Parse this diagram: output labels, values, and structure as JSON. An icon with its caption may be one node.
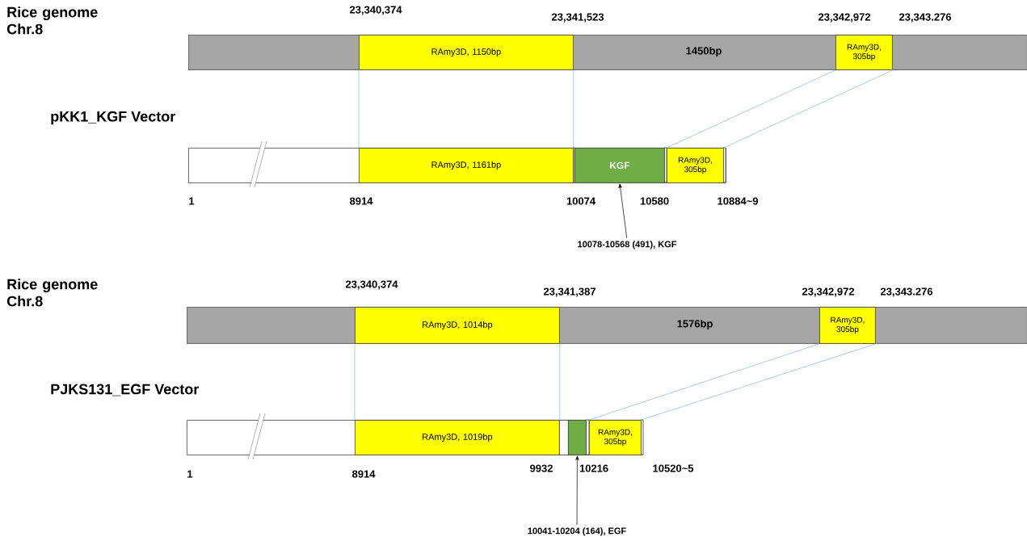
{
  "diagram": {
    "nodes": [
      {
        "text": [
          "1450bp"
        ]
      },
      {
        "text": [
          "RAmy3D, 1150bp"
        ],
        "in": 0
      },
      {
        "text": [
          "RAmy3D, 305bp"
        ],
        "in": 0
      },
      {
        "text": [],
        "shape": "bar"
      },
      {
        "text": [
          "RAmy3D, 1161bp"
        ],
        "in": 3
      },
      {
        "text": [
          "KGF"
        ],
        "in": 3
      },
      {
        "text": [
          "RAmy3D, 305bp"
        ],
        "in": 3
      },
      {
        "text": [
          "10078-10568 (491), KGF"
        ]
      },
      {
        "text": [
          "1576bp"
        ]
      },
      {
        "text": [
          "RAmy3D, 1014bp"
        ],
        "in": 8
      },
      {
        "text": [
          "RAmy3D, 305bp"
        ],
        "in": 8
      },
      {
        "text": [],
        "shape": "bar"
      },
      {
        "text": [
          "RAmy3D, 1019bp"
        ],
        "in": 11
      },
      {
        "text": [],
        "shape": "box",
        "in": 11
      },
      {
        "text": [],
        "shape": "box",
        "in": 11
      },
      {
        "text": [
          "RAmy3D, 305bp"
        ],
        "in": 11
      },
      {
        "text": [
          "10041-10204 (164), EGF"
        ]
      }
    ],
    "edges": [
      {
        "from": 1,
        "to": 4,
        "arrow": "none"
      },
      {
        "from": 1,
        "to": 4,
        "arrow": "none"
      },
      {
        "from": 2,
        "to": 6,
        "arrow": "none"
      },
      {
        "from": 2,
        "to": 6,
        "arrow": "none"
      },
      {
        "from": 7,
        "to": 5,
        "arrow": "to",
        "color": "#000000"
      },
      {
        "from": 9,
        "to": 12,
        "arrow": "none"
      },
      {
        "from": 9,
        "to": 12,
        "arrow": "none"
      },
      {
        "from": 10,
        "to": 15,
        "arrow": "none"
      },
      {
        "from": 10,
        "to": 15,
        "arrow": "none"
      },
      {
        "from": 16,
        "to": 14,
        "arrow": "to",
        "color": "#000000"
      }
    ],
    "labels": [
      "Rice genome Chr.8",
      "23,340,374",
      "23,341,523",
      "23,342,972",
      "23,343.276",
      "pKK1_KGF Vector",
      "1",
      "8914",
      "10074",
      "10580",
      "10884~9",
      "Rice genome Chr.8",
      "23,340,374",
      "23,341,387",
      "23,342,972",
      "23,343.276",
      "PJKS131_EGF Vector",
      "1",
      "8914",
      "9932",
      "10216",
      "10520~5"
    ]
  }
}
